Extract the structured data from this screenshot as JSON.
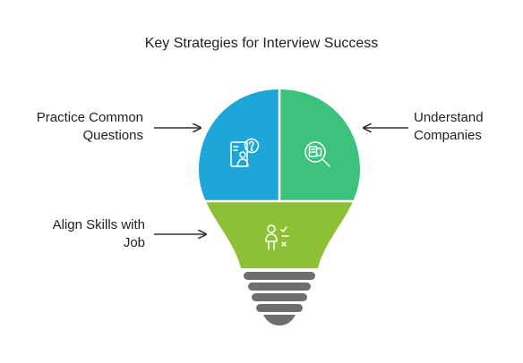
{
  "title": "Key Strategies for Interview Success",
  "segments": {
    "practice": {
      "line1": "Practice Common",
      "line2": "Questions",
      "color": "#1FA6D8",
      "icon": "person-question-icon"
    },
    "understand": {
      "line1": "Understand",
      "line2": "Companies",
      "color": "#3DC27E",
      "icon": "magnifier-document-icon"
    },
    "align": {
      "line1": "Align Skills with",
      "line2": "Job",
      "color": "#8DBF37",
      "icon": "person-checklist-icon"
    }
  },
  "base_color": "#6E6E6E",
  "arrow_color": "#333333"
}
